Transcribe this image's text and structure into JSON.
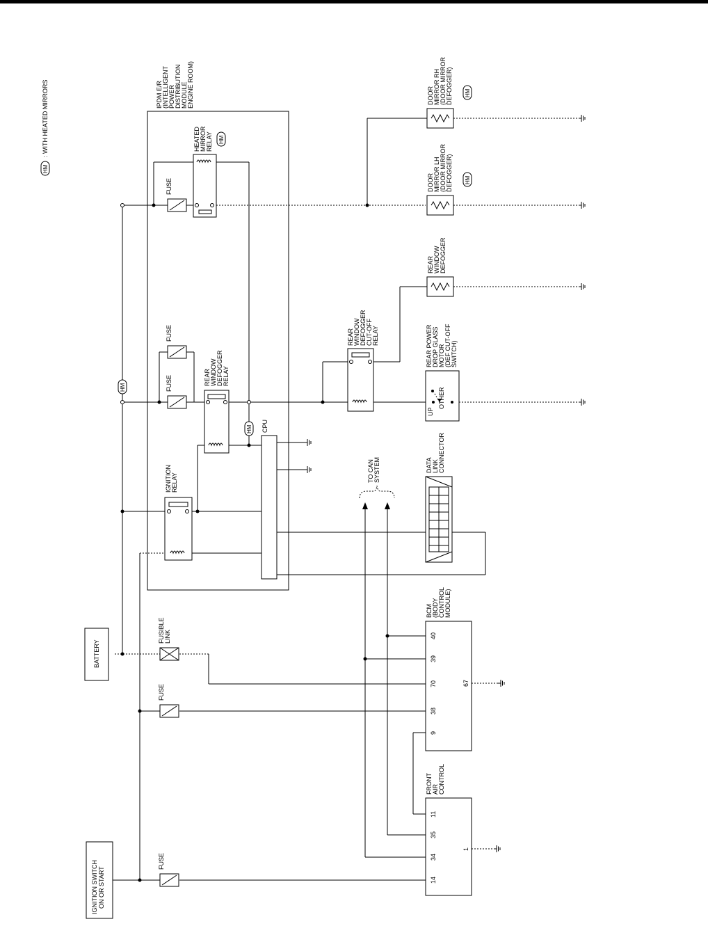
{
  "legend": {
    "badge": "HM",
    "text": ": WITH HEATED MIRRORS"
  },
  "hm_badge": "HM",
  "labels": {
    "ipdm": [
      "IPDM E/R",
      "(INTELLIGENT",
      "POWER",
      "DISTRIBUTION",
      "MODULE",
      "ENGINE ROOM)"
    ],
    "heated_mirror_relay": [
      "HEATED",
      "MIRROR",
      "RELAY"
    ],
    "fuse": "FUSE",
    "rear_window_defogger_relay": [
      "REAR",
      "WINDOW",
      "DEFOGGER",
      "RELAY"
    ],
    "ignition_relay": [
      "IGNITION",
      "RELAY"
    ],
    "cpu": "CPU",
    "rwd_cutoff_relay": [
      "REAR",
      "WINDOW",
      "DEFOGGER",
      "CUT-OFF",
      "RELAY"
    ],
    "door_mirror_rh": [
      "DOOR",
      "MIRROR RH",
      "(DOOR MIRROR",
      "DEFOGGER)"
    ],
    "door_mirror_lh": [
      "DOOR",
      "MIRROR LH",
      "(DOOR MIRROR",
      "DEFOGGER)"
    ],
    "rear_window_defogger": [
      "REAR",
      "WINDOW",
      "DEFOGGER"
    ],
    "rear_power_drop_glass": [
      "REAR POWER",
      "DROP GLASS",
      "MOTOR",
      "(DEF CUT-OFF",
      "SWITCH)"
    ],
    "switch_up": "UP",
    "switch_other": "OTHER",
    "data_link_connector": [
      "DATA",
      "LINK",
      "CONNECTOR"
    ],
    "to_can_system": [
      "TO CAN",
      "SYSTEM"
    ],
    "battery": "BATTERY",
    "fusible_link": [
      "FUSIBLE",
      "LINK"
    ],
    "bcm": [
      "BCM",
      "(BODY",
      "CONTROL",
      "MODULE)"
    ],
    "bcm_pins": [
      "40",
      "39",
      "70",
      "38",
      "9",
      "67"
    ],
    "front_air_control": [
      "FRONT",
      "AIR",
      "CONTROL"
    ],
    "fac_pins": [
      "11",
      "35",
      "34",
      "14",
      "1"
    ],
    "ignition_switch": [
      "IGNITION SWITCH",
      "ON OR START"
    ]
  }
}
